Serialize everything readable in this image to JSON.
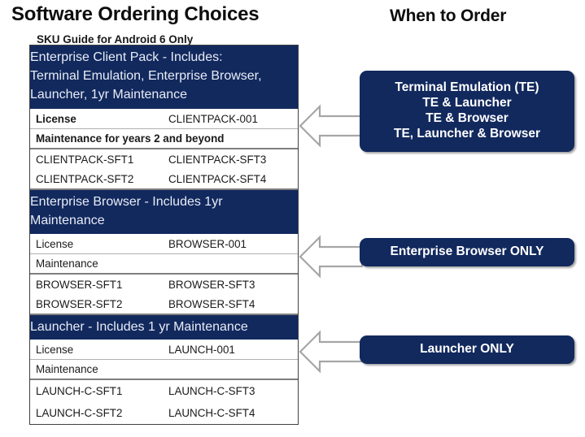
{
  "titles": {
    "left": "Software Ordering Choices",
    "right": "When to Order"
  },
  "table": {
    "caption": "SKU Guide for Android 6 Only",
    "sections": [
      {
        "header": "Enterprise Client Pack - Includes: Terminal Emulation, Enterprise Browser, Launcher, 1yr Maintenance",
        "header_lines": [
          "Enterprise Client Pack - Includes:",
          "Terminal Emulation, Enterprise Browser,",
          "Launcher, 1yr Maintenance"
        ],
        "license_label": "License",
        "license_sku": "CLIENTPACK-001",
        "maintenance_label": "Maintenance for years 2 and beyond",
        "maintenance_skus": [
          {
            "col1": "CLIENTPACK-SFT1",
            "col2": "CLIENTPACK-SFT3"
          },
          {
            "col1": "CLIENTPACK-SFT2",
            "col2": "CLIENTPACK-SFT4"
          }
        ]
      },
      {
        "header": "Enterprise Browser - Includes 1yr Maintenance",
        "header_lines": [
          "Enterprise Browser - Includes 1yr",
          "Maintenance"
        ],
        "license_label": "License",
        "license_sku": "BROWSER-001",
        "maintenance_label": "Maintenance",
        "maintenance_skus": [
          {
            "col1": "BROWSER-SFT1",
            "col2": "BROWSER-SFT3"
          },
          {
            "col1": "BROWSER-SFT2",
            "col2": "BROWSER-SFT4"
          }
        ]
      },
      {
        "header": "Launcher - Includes 1 yr Maintenance",
        "header_lines": [
          "Launcher - Includes 1 yr Maintenance"
        ],
        "license_label": "License",
        "license_sku": "LAUNCH-001",
        "maintenance_label": "Maintenance",
        "maintenance_skus": [
          {
            "col1": "LAUNCH-C-SFT1",
            "col2": "LAUNCH-C-SFT3"
          },
          {
            "col1": "LAUNCH-C-SFT2",
            "col2": "LAUNCH-C-SFT4"
          }
        ]
      }
    ]
  },
  "callouts": [
    {
      "id": "te",
      "lines": [
        "Terminal Emulation (TE)",
        "TE & Launcher",
        "TE & Browser",
        "TE, Launcher & Browser"
      ]
    },
    {
      "id": "browser",
      "lines": [
        "Enterprise Browser ONLY"
      ]
    },
    {
      "id": "launcher",
      "lines": [
        "Launcher ONLY"
      ]
    }
  ],
  "colors": {
    "navy": "#12295e",
    "header_text": "#e8ecf5",
    "table_border": "#404040",
    "arrow_fill": "#ffffff",
    "arrow_stroke": "#a6a6a6",
    "text": "#1a1a1a"
  },
  "icons": {
    "arrow": "left-block-arrow-icon"
  }
}
